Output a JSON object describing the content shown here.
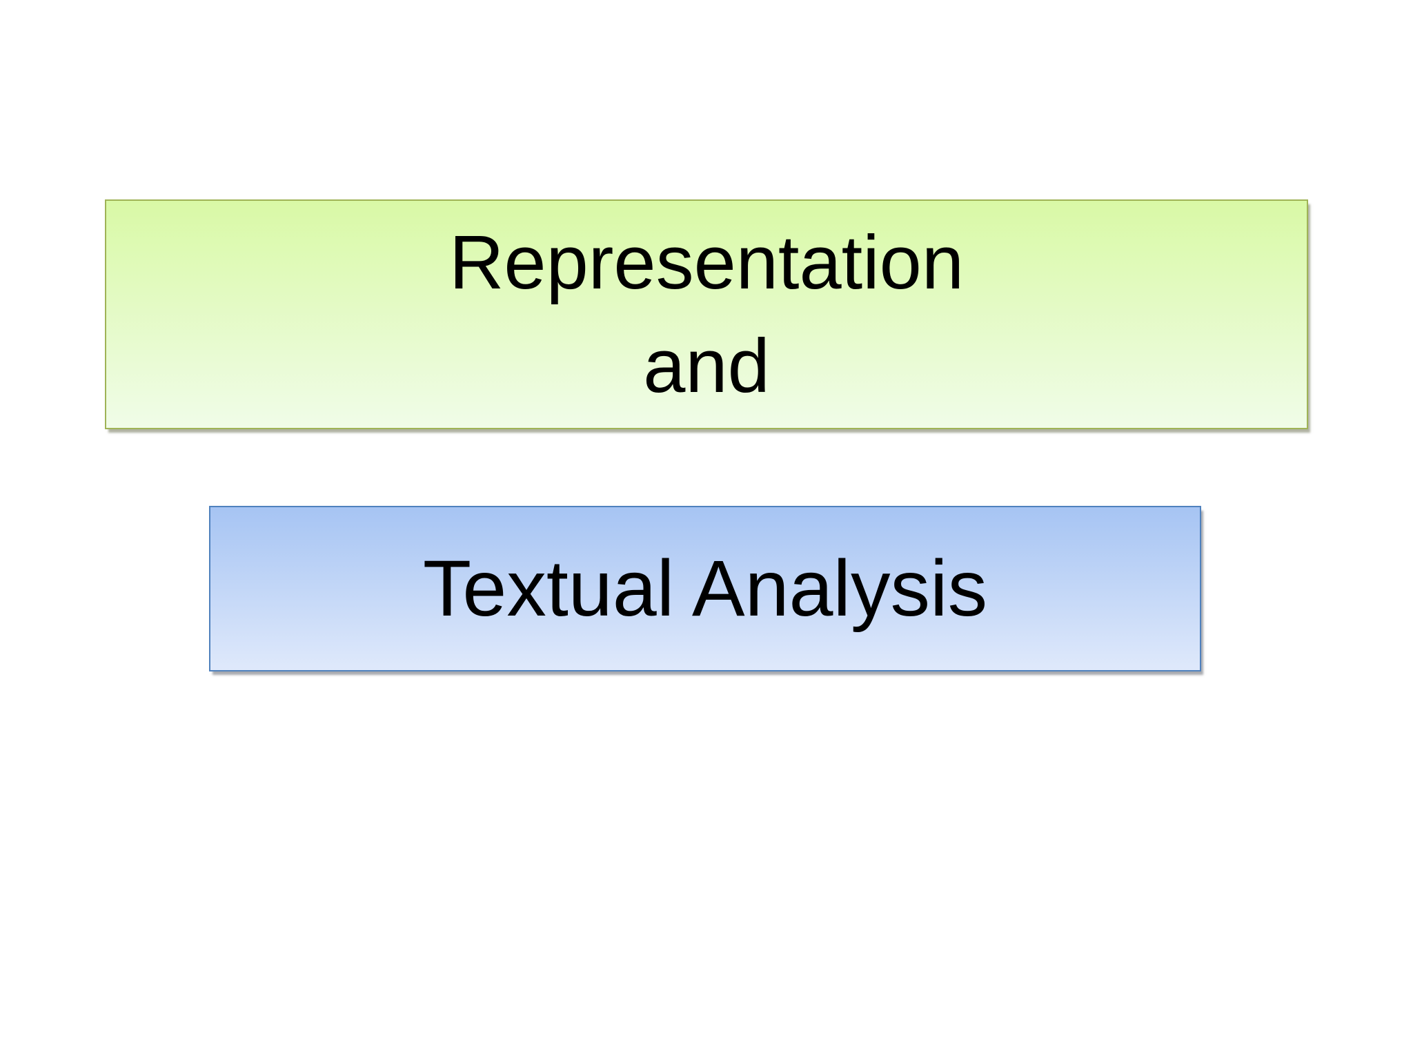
{
  "slide": {
    "background_color": "#ffffff",
    "text_color": "#000000",
    "title_box": {
      "lines": [
        "Representation",
        "and"
      ],
      "fill_top": "#d9f9a6",
      "fill_bottom": "#f0fce8",
      "border_color": "#9fb356"
    },
    "subtitle_box": {
      "text": "Textual Analysis",
      "fill_top": "#a6c4f3",
      "fill_bottom": "#dfe9fb",
      "border_color": "#4f81bd"
    }
  }
}
